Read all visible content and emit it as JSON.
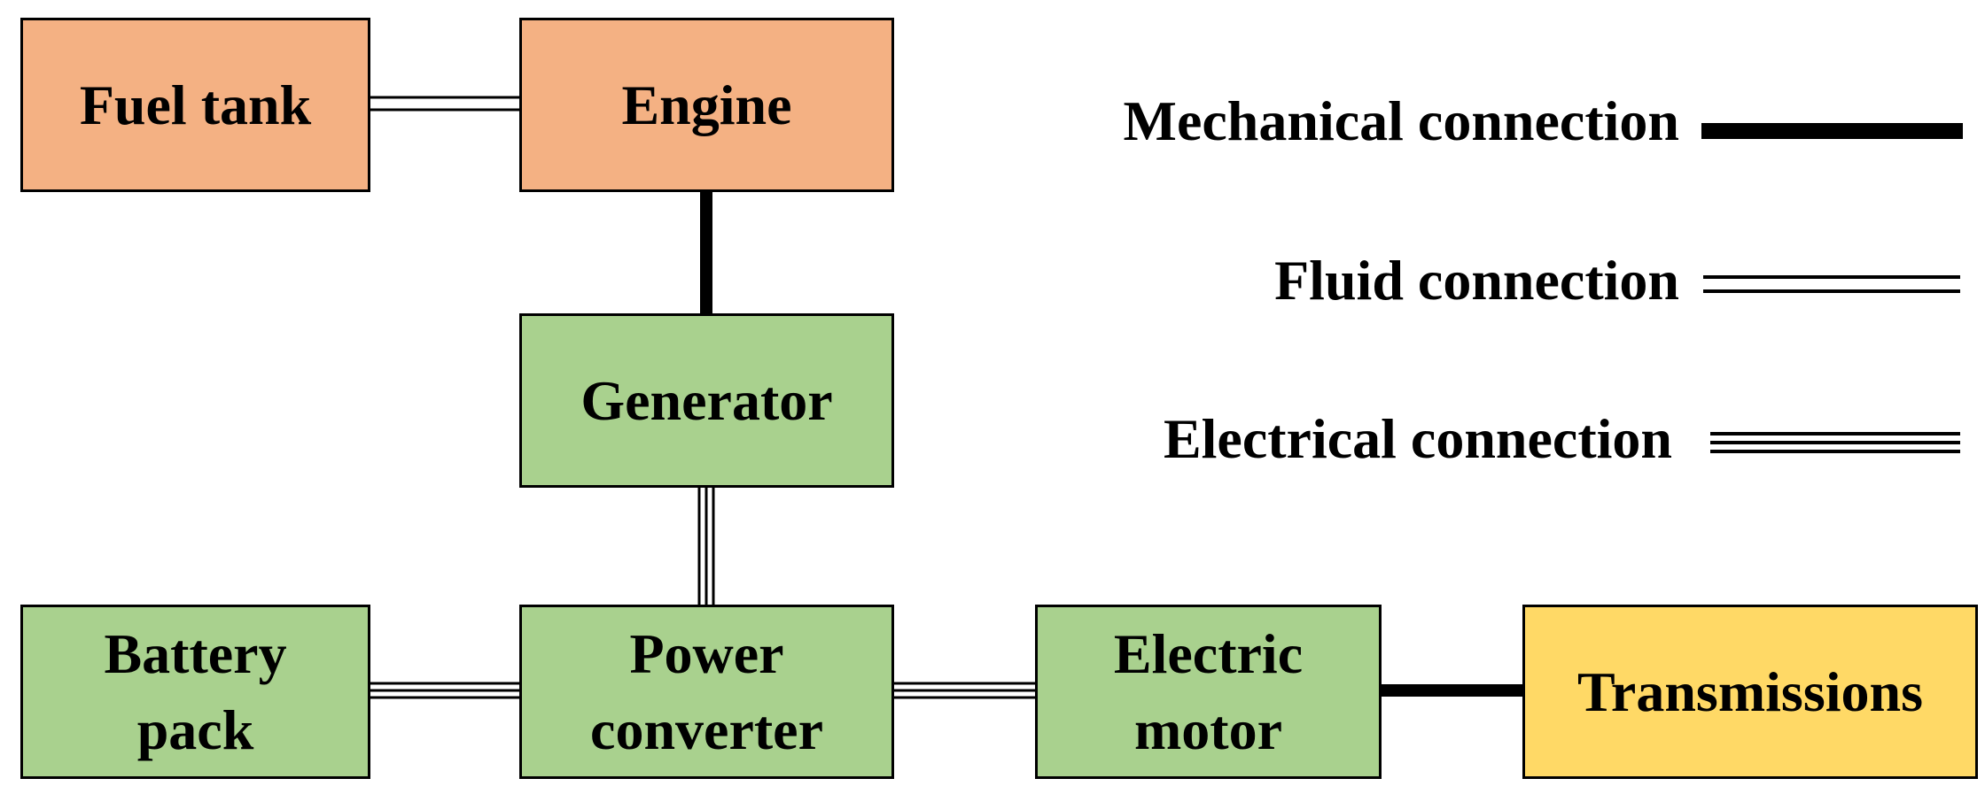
{
  "blocks": {
    "fuel_tank": "Fuel tank",
    "engine": "Engine",
    "generator": "Generator",
    "battery_pack": [
      "Battery",
      "pack"
    ],
    "power_converter": [
      "Power",
      "converter"
    ],
    "electric_motor": [
      "Electric",
      "motor"
    ],
    "transmissions": "Transmissions"
  },
  "legend": {
    "mechanical": "Mechanical connection",
    "fluid": "Fluid connection",
    "electrical": "Electrical connection"
  },
  "colors": {
    "fuel_system": "#f4b183",
    "electrical_system": "#a9d18e",
    "transmission": "#ffd966"
  }
}
